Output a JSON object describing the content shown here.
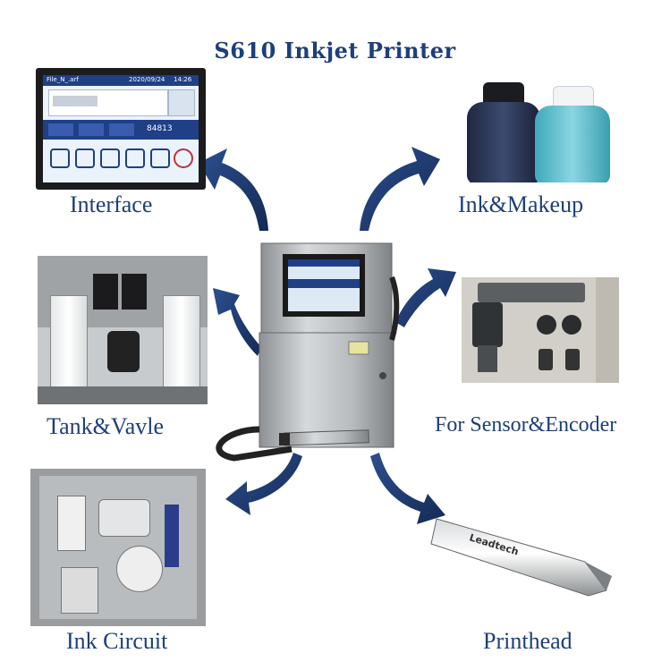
{
  "title": {
    "model": "S610",
    "text": "Inkjet Printer"
  },
  "labels": {
    "interface": "Interface",
    "ink_makeup": "Ink&Makeup",
    "tank_valve": "Tank&Vavle",
    "sensor_encoder": "For Sensor&Encoder",
    "ink_circuit": "Ink Circuit",
    "printhead": "Printhead"
  },
  "screen": {
    "file": "File_N_.arf",
    "date": "2020/09/24",
    "time": "14:26",
    "counter": "84813"
  },
  "printhead_brand": "Leadtech",
  "colors": {
    "accent": "#1e3f7a",
    "arrow": "#1f3c73",
    "makeup_bottle": "#58b9c9",
    "ink_bottle": "#2a3350"
  }
}
